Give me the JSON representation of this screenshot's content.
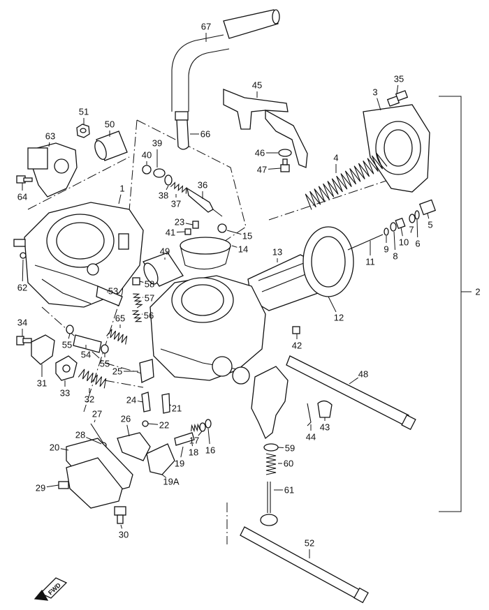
{
  "parts": [
    {
      "id": "p67",
      "label": "67"
    },
    {
      "id": "p45",
      "label": "45"
    },
    {
      "id": "p35",
      "label": "35"
    },
    {
      "id": "p3",
      "label": "3"
    },
    {
      "id": "p66",
      "label": "66"
    },
    {
      "id": "p51",
      "label": "51"
    },
    {
      "id": "p50",
      "label": "50"
    },
    {
      "id": "p63",
      "label": "63"
    },
    {
      "id": "p39",
      "label": "39"
    },
    {
      "id": "p40",
      "label": "40"
    },
    {
      "id": "p46",
      "label": "46"
    },
    {
      "id": "p47",
      "label": "47"
    },
    {
      "id": "p4",
      "label": "4"
    },
    {
      "id": "p64",
      "label": "64"
    },
    {
      "id": "p1",
      "label": "1"
    },
    {
      "id": "p36",
      "label": "36"
    },
    {
      "id": "p38",
      "label": "38"
    },
    {
      "id": "p37",
      "label": "37"
    },
    {
      "id": "p23",
      "label": "23"
    },
    {
      "id": "p41",
      "label": "41"
    },
    {
      "id": "p15",
      "label": "15"
    },
    {
      "id": "p14",
      "label": "14"
    },
    {
      "id": "p13",
      "label": "13"
    },
    {
      "id": "p9",
      "label": "9"
    },
    {
      "id": "p8",
      "label": "8"
    },
    {
      "id": "p10",
      "label": "10"
    },
    {
      "id": "p7",
      "label": "7"
    },
    {
      "id": "p6",
      "label": "6"
    },
    {
      "id": "p5",
      "label": "5"
    },
    {
      "id": "p11",
      "label": "11"
    },
    {
      "id": "p49",
      "label": "49"
    },
    {
      "id": "p62",
      "label": "62"
    },
    {
      "id": "p58",
      "label": "58"
    },
    {
      "id": "p53",
      "label": "53"
    },
    {
      "id": "p57",
      "label": "57"
    },
    {
      "id": "p65",
      "label": "65"
    },
    {
      "id": "p56",
      "label": "56"
    },
    {
      "id": "p12",
      "label": "12"
    },
    {
      "id": "p2",
      "label": "2"
    },
    {
      "id": "p34",
      "label": "34"
    },
    {
      "id": "p55a",
      "label": "55"
    },
    {
      "id": "p54",
      "label": "54"
    },
    {
      "id": "p55b",
      "label": "55"
    },
    {
      "id": "p42",
      "label": "42"
    },
    {
      "id": "p31",
      "label": "31"
    },
    {
      "id": "p33",
      "label": "33"
    },
    {
      "id": "p25",
      "label": "25"
    },
    {
      "id": "p48",
      "label": "48"
    },
    {
      "id": "p32",
      "label": "32"
    },
    {
      "id": "p24",
      "label": "24"
    },
    {
      "id": "p21",
      "label": "21"
    },
    {
      "id": "p27",
      "label": "27"
    },
    {
      "id": "p26",
      "label": "26"
    },
    {
      "id": "p22",
      "label": "22"
    },
    {
      "id": "p44",
      "label": "44"
    },
    {
      "id": "p43",
      "label": "43"
    },
    {
      "id": "p28",
      "label": "28"
    },
    {
      "id": "p17",
      "label": "17"
    },
    {
      "id": "p16",
      "label": "16"
    },
    {
      "id": "p20",
      "label": "20"
    },
    {
      "id": "p18",
      "label": "18"
    },
    {
      "id": "p59",
      "label": "59"
    },
    {
      "id": "p60",
      "label": "60"
    },
    {
      "id": "p19",
      "label": "19"
    },
    {
      "id": "p19A",
      "label": "19A"
    },
    {
      "id": "p29",
      "label": "29"
    },
    {
      "id": "p61",
      "label": "61"
    },
    {
      "id": "p30",
      "label": "30"
    },
    {
      "id": "p52",
      "label": "52"
    }
  ],
  "fwd_label": "FWD"
}
